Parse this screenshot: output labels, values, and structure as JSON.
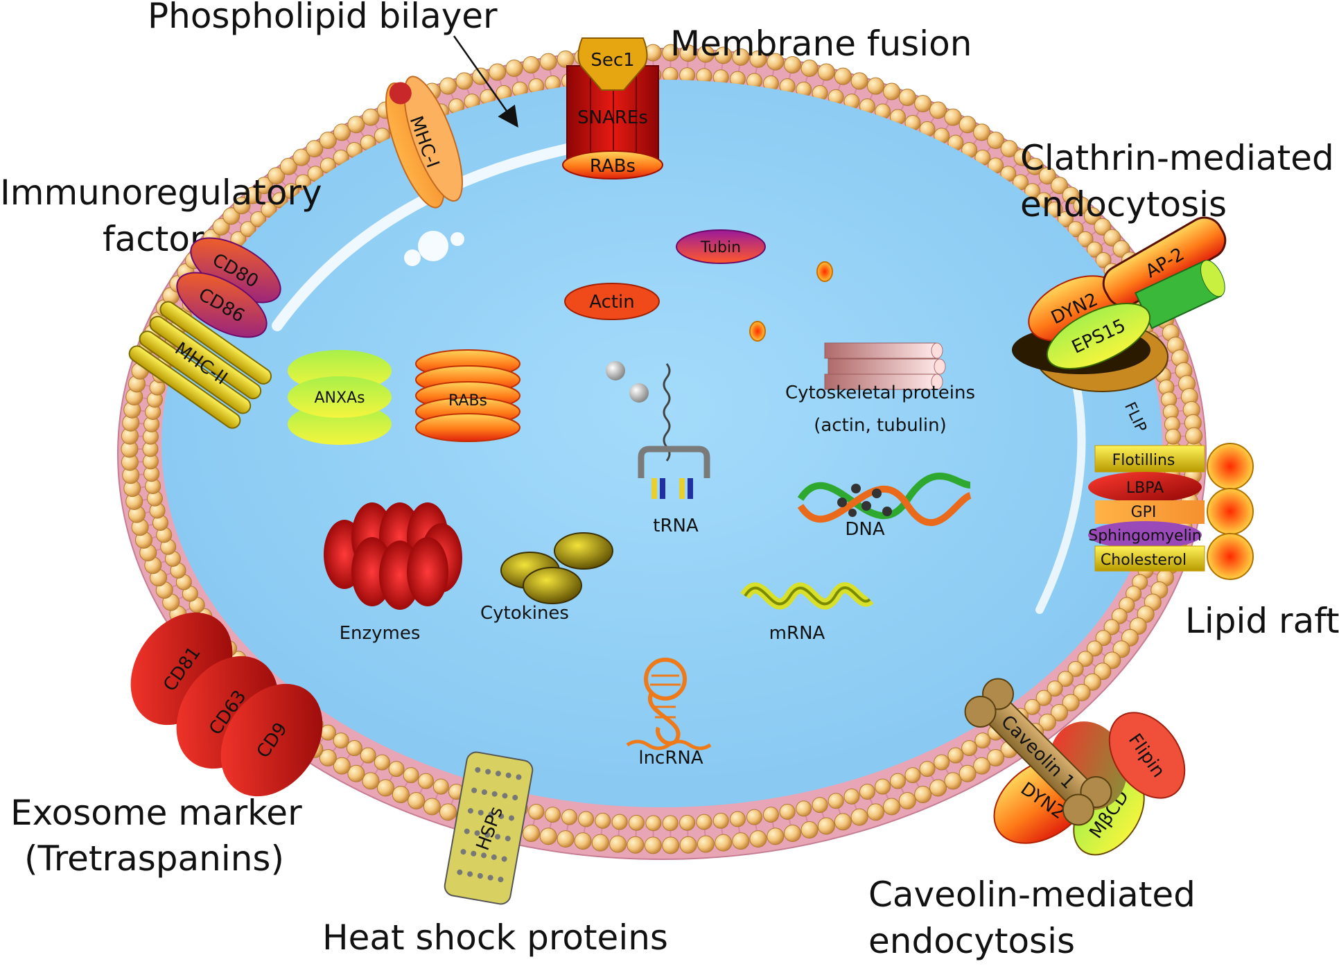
{
  "labels": {
    "phospholipid_bilayer": "Phospholipid bilayer",
    "membrane_fusion": "Membrane fusion",
    "immunoregulatory_1": "Immunoregulatory",
    "immunoregulatory_2": "factor",
    "clathrin_1": "Clathrin-mediated",
    "clathrin_2": "endocytosis",
    "lipid_rafts": "Lipid rafts",
    "exosome_1": "Exosome marker",
    "exosome_2": "(Tretraspanins)",
    "heat_shock": "Heat shock proteins",
    "caveolin_1": "Caveolin-mediated",
    "caveolin_2": "endocytosis",
    "cytoskeletal_1": "Cytoskeletal proteins",
    "cytoskeletal_2": "(actin, tubulin)",
    "enzymes": "Enzymes",
    "cytokines": "Cytokines",
    "trna": "tRNA",
    "dna": "DNA",
    "mrna": "mRNA",
    "lncrna": "lncRNA"
  },
  "molecules": {
    "sec1": "Sec1",
    "snares": "SNAREs",
    "rabs_membrane": "RABs",
    "mhc_i": "MHC-I",
    "cd80": "CD80",
    "cd86": "CD86",
    "mhc_ii": "MHC-II",
    "tubin": "Tubin",
    "actin": "Actin",
    "anxas": "ANXAs",
    "rabs_inner": "RABs",
    "ap2": "AP-2",
    "dyn2_top": "DYN2",
    "eps15": "EPS15",
    "flip": "FLIP",
    "flotillins": "Flotillins",
    "lbpa": "LBPA",
    "gpi": "GPI",
    "sphingomyelin": "Sphingomyelin",
    "cholesterol": "Cholesterol",
    "cd81": "CD81",
    "cd63": "CD63",
    "cd9": "CD9",
    "hsps": "HSPs",
    "caveolin1": "Caveolin 1",
    "flipin": "Flipin",
    "dyn2_bottom": "DYN2",
    "mbcd": "MβCD"
  },
  "colors": {
    "cytoplasm": "#8ecdf5",
    "lipid_head": "#f0c27a",
    "lipid_tail": "#e8a5b6",
    "text": "#111111"
  }
}
